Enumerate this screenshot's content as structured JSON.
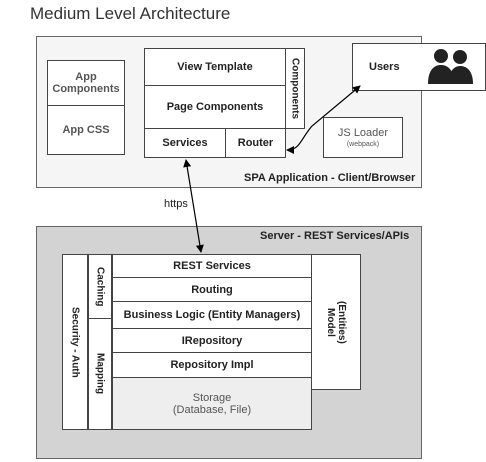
{
  "title": "Medium Level Architecture",
  "client": {
    "caption": "SPA Application - Client/Browser",
    "app_components": "App Components",
    "app_css": "App CSS",
    "view_template": "View Template",
    "page_components": "Page Components",
    "components_side": "Components",
    "services": "Services",
    "router": "Router",
    "js_loader": "JS Loader",
    "js_loader_sub": "(webpack)",
    "users": "Users"
  },
  "link_label": "https",
  "server": {
    "caption": "Server - REST Services/APIs",
    "security": "Security - Auth",
    "caching": "Caching",
    "mapping": "Mapping",
    "rest_services": "REST Services",
    "routing": "Routing",
    "business_logic": "Business Logic (Entity Managers)",
    "irepository": "IRepository",
    "repository_impl": "Repository Impl",
    "storage": "Storage",
    "storage_sub": "(Database, File)",
    "model": "Model",
    "model_sub": "(Entities)"
  },
  "colors": {
    "client_bg": "#f5f5f5",
    "server_bg": "#d3d3d3",
    "storage_bg": "#eeeeee"
  }
}
